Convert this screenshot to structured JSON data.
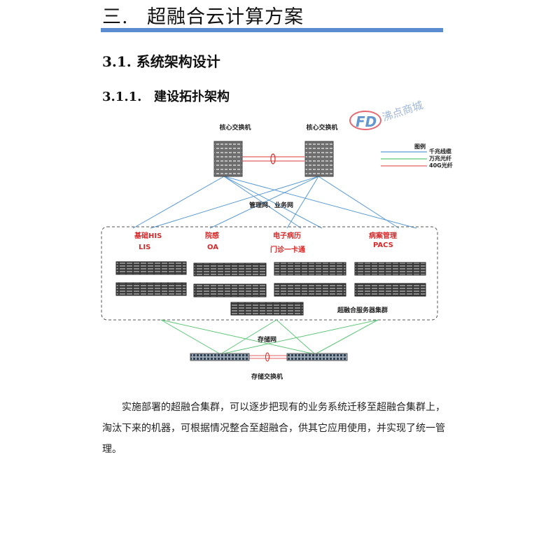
{
  "chapter": {
    "number": "三.",
    "title": "超融合云计算方案"
  },
  "section": {
    "number": "3.1.",
    "title": "系统架构设计"
  },
  "subsection": {
    "number": "3.1.1.",
    "title": "建设拓扑架构"
  },
  "diagram": {
    "core_switch_1": "核心交换机",
    "core_switch_2": "核心交换机",
    "network_label": "管理网、业务网",
    "legend": {
      "title": "图例",
      "items": [
        {
          "label": "千兆线缆",
          "color": "#5b9bd5"
        },
        {
          "label": "万兆光纤",
          "color": "#5fc77a"
        },
        {
          "label": "40G光纤",
          "color": "#e06060"
        }
      ]
    },
    "apps": {
      "his": "基础HIS",
      "lis": "LIS",
      "infection": "院感",
      "oa": "OA",
      "emr": "电子病历",
      "card": "门诊一卡通",
      "records": "病案管理",
      "pacs": "PACS"
    },
    "cluster_label": "超融合服务器集群",
    "storage_network": "存储网",
    "storage_switch": "存储交换机",
    "watermark": "沸点商城",
    "watermark_logo": "FD"
  },
  "paragraph": "实施部署的超融合集群，可以逐步把现有的业务系统迁移至超融合集群上，淘汰下来的机器，可根据情况整合至超融合，供其它应用使用，并实现了统一管理。"
}
